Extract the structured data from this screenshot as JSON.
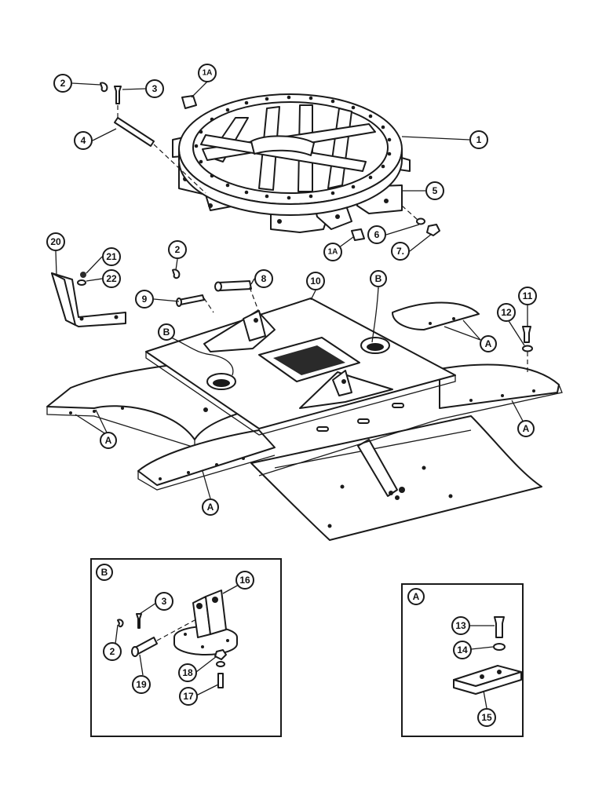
{
  "callouts": {
    "c1": "1",
    "c1a_top": "1A",
    "c1a_bottom": "1A",
    "c2_top": "2",
    "c2_mid": "2",
    "c2_inset": "2",
    "c3_top": "3",
    "c3_inset": "3",
    "c4": "4",
    "c5": "5",
    "c6": "6",
    "c7": "7.",
    "c8": "8",
    "c9": "9",
    "c10": "10",
    "c11": "11",
    "c12": "12",
    "c13": "13",
    "c14": "14",
    "c15": "15",
    "c16": "16",
    "c17": "17",
    "c18": "18",
    "c19": "19",
    "c20": "20",
    "c21": "21",
    "c22": "22"
  },
  "reference_markers": {
    "a_left": "A",
    "a_front": "A",
    "a_right_top": "A",
    "a_right_bottom": "A",
    "b_left": "B",
    "b_right": "B"
  },
  "insets": {
    "detail_b": {
      "label": "B"
    },
    "detail_a": {
      "label": "A"
    }
  }
}
